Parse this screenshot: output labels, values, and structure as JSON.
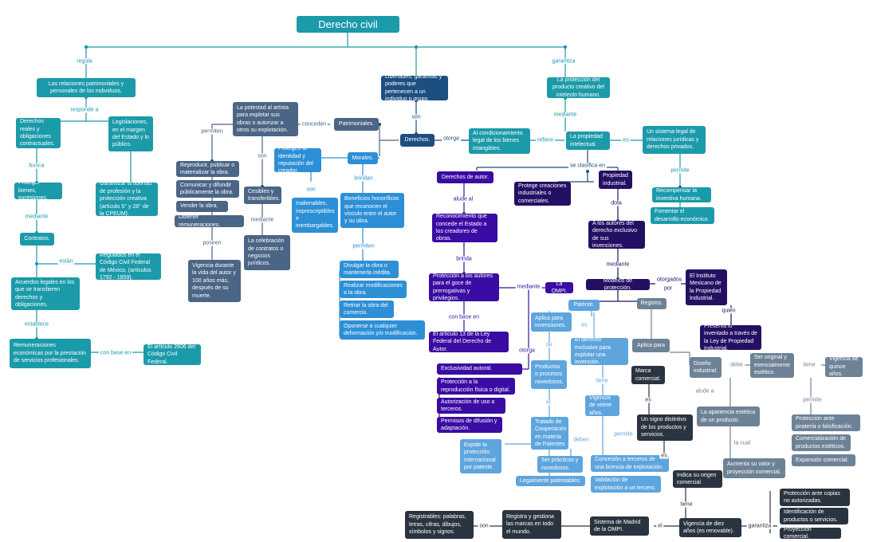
{
  "title": "Derecho civil",
  "left": {
    "regula": "regula",
    "relaciones": "Las relaciones patrimoniales y personales de los individuos.",
    "responde": "responde a",
    "derechos_reales": "Derechos reales y obligaciones contractuales.",
    "legislaciones": "Legislaciones, en el margen del Estado y lo público.",
    "busca": "busca",
    "proteger": "Proteger bienes, sucesiones.",
    "garantizar": "Garantizar la libertad de profesión y la protección creativa (artículo 5° y 28° de la CPEUM).",
    "mediante": "mediante",
    "contratos": "Contratos.",
    "estan": "están",
    "regulados": "Regulados en el Código Civil Federal de México, (artículos 1792 - 1859).",
    "acuerdos": "Acuerdos legales en los que se transfieren derechos y obligaciones.",
    "establece": "establece",
    "remuneraciones": "Remuneraciones económicas por la prestación de servicios profesionales.",
    "con_base_en": "con base en",
    "articulo2606": "El artículo 2606 del Código Civil Federal."
  },
  "middle": {
    "potestad": "La potestad al artista para explotar sus obras o autorizar a otros su explotación.",
    "conceden": "conceden",
    "patrimoniales": "Patrimoniales.",
    "permiten": "permiten",
    "reproducir": "Reproducir, publicar o materializar la obra.",
    "comunicar": "Comunicar y difundir públicamente la obra.",
    "vender": "Vender la obra.",
    "obtener": "Obtener remuneraciones.",
    "poseen": "poseen",
    "vigencia_vida": "Vigencia durante la vida del autor y 100 años más, después de su muerte.",
    "son": "son",
    "cesibles": "Cesibles y transferibles.",
    "mediante": "mediante",
    "celebracion": "La celebración de contratos o negocios jurídicos.",
    "protegen": "Protegen la identidad y reputación del creador.",
    "morales": "Morales.",
    "son2": "son",
    "inalienables": "Inalienables, imprescriptibles e inembargables.",
    "brindan": "brindan",
    "beneficios": "Beneficios honoríficos que reconocen el vínculo entre el autor y su obra.",
    "permiten2": "permiten",
    "divulgar": "Divulgar la obra o mantenerla inédita.",
    "realizar": "Realizar modificaciones a la obra.",
    "retirar": "Retirar la obra del comercio.",
    "oponerse": "Oponerse a cualquier deformación y/o modificación.",
    "libertades": "Libertades, garantías y poderes que pertenecen a un individuo o grupo.",
    "son3": "son",
    "derechos": "Derechos.",
    "otorga": "otorga"
  },
  "right": {
    "garantiza": "garantiza",
    "proteccion_producto": "La protección del producto creativo del intelecto humano.",
    "mediante": "mediante",
    "condicionamiento": "Al condicionamiento legal de los bienes intangibles.",
    "refiere": "refiere",
    "propiedad_intelectual": "La propiedad intelectual.",
    "es": "es",
    "sistema_legal": "Un sistema legal de relaciones jurídicas y derechos privados.",
    "permite": "permite",
    "recompensar": "Recompensar la inventiva humana.",
    "fomentar": "Fomentar el desarrollo económico.",
    "se_clasifica": "se clasifica en",
    "derechos_autor": "Derechos de autor.",
    "protege_creaciones": "Protege creaciones industriales o comerciales.",
    "propiedad_industrial": "Propiedad industrial.",
    "dota": "dota",
    "autores_derecho": "A los autores del derecho exclusivo de sus invenciones.",
    "alude_al": "alude al",
    "reconocimiento": "Reconocimiento que concede el Estado a los creadores de obras.",
    "brinda": "brinda",
    "proteccion_autores": "Protección a los autores para el goce de prerrogativas y privilegios.",
    "mediante2": "mediante",
    "ompi": "La OMPI.",
    "con_base_en": "con base en",
    "articulo13": "El artículo 13 de la Ley Federal del Derecho de Autor.",
    "otorga": "otorga",
    "exclusividad": "Exclusividad autoral.",
    "proteccion_reproduccion": "Protección a la reproducción física o digital.",
    "autorizacion": "Autorización de uso a terceros.",
    "permisos": "Permisos de difusión y adaptación.",
    "mediante3": "mediante",
    "modelos": "Modelos de protección.",
    "otorgados_por": "otorgados por",
    "impi": "El Instituto Mexicano de la Propiedad Industrial.",
    "quien": "quien",
    "preserva": "Preserva lo inventado a través de la Ley de Propiedad Industrial.",
    "patente": "Patente.",
    "registro": "Registro.",
    "aplica_invenciones": "Aplica para invenciones.",
    "derecho_exclusivo": "El derecho exclusivo para explotar una invención.",
    "de": "de",
    "productos_novedosos": "Productos o procesos novedosos.",
    "el": "el",
    "tratado": "Tratado de Cooperación en materia de Patentes",
    "expide": "Expide la protección internacional por patente.",
    "deben": "deben",
    "ser_practicos": "Ser prácticos y novedosos.",
    "legalmente": "Legalmente patentables.",
    "tiene": "tiene",
    "vigencia_veinte": "Vigencia de veinte años.",
    "permite2": "permite",
    "concesion": "Concesión a terceros de una licencia de explotación.",
    "validacion": "Validación de explotación a un tercero.",
    "aplica_para": "Aplica para",
    "marca": "Marca comercial.",
    "es2": "es",
    "signo": "Un signo distintivo de los productos y servicios.",
    "es3": "es",
    "indica_origen": "Indica su origen comercial.",
    "tiene2": "tiene",
    "vigencia_diez": "Vigencia de diez años (es renovable).",
    "garantiza2": "garantiza",
    "proteccion_copias": "Protección ante copias no autorizadas.",
    "identificacion": "Identificación de productos o servicios.",
    "proyeccion": "Proyección comercial.",
    "el2": "el",
    "sistema_madrid": "Sistema de Madrid de la OMPI.",
    "registra": "Registra y gestiona las marcas en todo el mundo.",
    "son": "son",
    "registrables": "Registrables: palabras, letras, cifras, dibujos, símbolos y signos.",
    "diseno": "Diseño industrial.",
    "debe": "debe",
    "ser_original": "Ser original y esencialmente estético.",
    "tiene3": "tiene",
    "vigencia_quince": "Vigencia de quince años.",
    "alude_a": "alude  a",
    "apariencia": "La apariencia estética de un producto.",
    "la_cual": "la cual",
    "aumenta": "Aumenta su valor y proyección comercial.",
    "permite3": "permite",
    "proteccion_pirateria": "Protección ante piratería o falsificación.",
    "comercializacion": "Comercialización de productos estéticos.",
    "expansion": "Expansión comercial."
  },
  "colors": {
    "teal": "#1b9aaa",
    "navy": "#1c4e80",
    "slate": "#4a6585",
    "sky": "#2d8fd6",
    "purple": "#3a0ca3",
    "indigo": "#241063",
    "dark": "#2a3340",
    "steel": "#6d8296",
    "light_blue": "#5ea5de"
  }
}
